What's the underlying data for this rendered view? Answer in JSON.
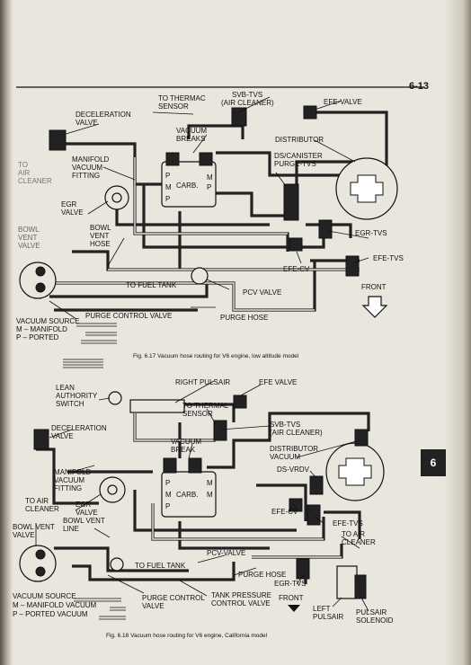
{
  "page_number": "6-13",
  "section_tab": "6",
  "figure1": {
    "caption": "Fig. 6.17 Vacuum hose routing for V6 engine, low altitude model",
    "labels": {
      "deceleration_valve": [
        "DECELERATION",
        "VALVE"
      ],
      "to_thermac_sensor": [
        "TO THERMAC",
        "SENSOR"
      ],
      "svb_tvs": [
        "SVB-TVS",
        "(AIR CLEANER)"
      ],
      "efe_valve": "EFE-VALVE",
      "vacuum_breaks": [
        "VACUUM",
        "BREAKS"
      ],
      "distributor": "DISTRIBUTOR",
      "to_air_cleaner": [
        "TO",
        "AIR",
        "CLEANER"
      ],
      "manifold_vacuum_fitting": [
        "MANIFOLD",
        "VACUUM",
        "FITTING"
      ],
      "ds_canister_purge_tvs": [
        "DS/CANISTER",
        "PURGE-TVS"
      ],
      "egr_valve": [
        "EGR",
        "VALVE"
      ],
      "bowl_vent_valve": [
        "BOWL",
        "VENT",
        "VALVE"
      ],
      "bowl_vent_hose": [
        "BOWL",
        "VENT",
        "HOSE"
      ],
      "egr_tvs": "EGR-TVS",
      "efe_tvs": "EFE-TVS",
      "efe_cv": "EFE-CV",
      "to_fuel_tank": "TO FUEL TANK",
      "pcv_valve": "PCV VALVE",
      "front": "FRONT",
      "purge_control_valve": "PURGE CONTROL VALVE",
      "purge_hose": "PURGE HOSE",
      "carb": "CARB.",
      "carb_ports_left": [
        "P",
        "M",
        "P"
      ],
      "carb_ports_right": [
        "M",
        "P"
      ]
    },
    "legend": {
      "title": "VACUUM SOURCE",
      "manifold": "M – MANIFOLD",
      "ported": "P – PORTED"
    }
  },
  "figure2": {
    "caption": "Fig. 6.18 Vacuum hose routing for V6 engine, California model",
    "labels": {
      "right_pulsair": "RIGHT PULSAIR",
      "efe_valve": "EFE VALVE",
      "lean_authority_switch": [
        "LEAN",
        "AUTHORITY",
        "SWITCH"
      ],
      "to_thermal_sensor": [
        "TO THERMAL",
        "SENSOR"
      ],
      "svb_tvs": [
        "SVB-TVS",
        "(AIR CLEANER)"
      ],
      "deceleration_valve": [
        "DECELERATION",
        "VALVE"
      ],
      "vacuum_break": [
        "VACUUM",
        "BREAK"
      ],
      "distributor_vacuum": [
        "DISTRIBUTOR",
        "VACUUM"
      ],
      "manifold_vacuum_fitting": [
        "MANIFOLD",
        "VACUUM",
        "FITTING"
      ],
      "ds_vrdv": "DS-VRDV",
      "to_air_cleaner_left": [
        "TO AIR",
        "CLEANER"
      ],
      "egr_valve": [
        "EGR",
        "VALVE"
      ],
      "bowl_vent_valve": [
        "BOWL VENT",
        "VALVE"
      ],
      "bowl_vent_line": [
        "BOWL VENT",
        "LINE"
      ],
      "efe_cv": "EFE-CV",
      "efe_tvs": "EFE-TVS",
      "to_air_cleaner_right": [
        "TO AIR",
        "CLEANER"
      ],
      "pcv_valve": "PCV-VALVE",
      "to_fuel_tank": "TO FUEL TANK",
      "purge_hose": "PURGE HOSE",
      "egr_tvs": "EGR-TVS",
      "purge_control_valve": [
        "PURGE CONTROL",
        "VALVE"
      ],
      "tank_pressure_control_valve": [
        "TANK PRESSURE",
        "CONTROL VALVE"
      ],
      "front": "FRONT",
      "left_pulsair": [
        "LEFT",
        "PULSAIR"
      ],
      "pulsair_solenoid": [
        "PULSAIR",
        "SOLENOID"
      ],
      "carb": "CARB.",
      "carb_ports_left": [
        "P",
        "M",
        "P"
      ],
      "carb_ports_right": [
        "M",
        "M"
      ]
    },
    "legend": {
      "title": "VACUUM SOURCE",
      "manifold": "M  –  MANIFOLD VACUUM",
      "ported": "P  –  PORTED VACUUM"
    }
  }
}
